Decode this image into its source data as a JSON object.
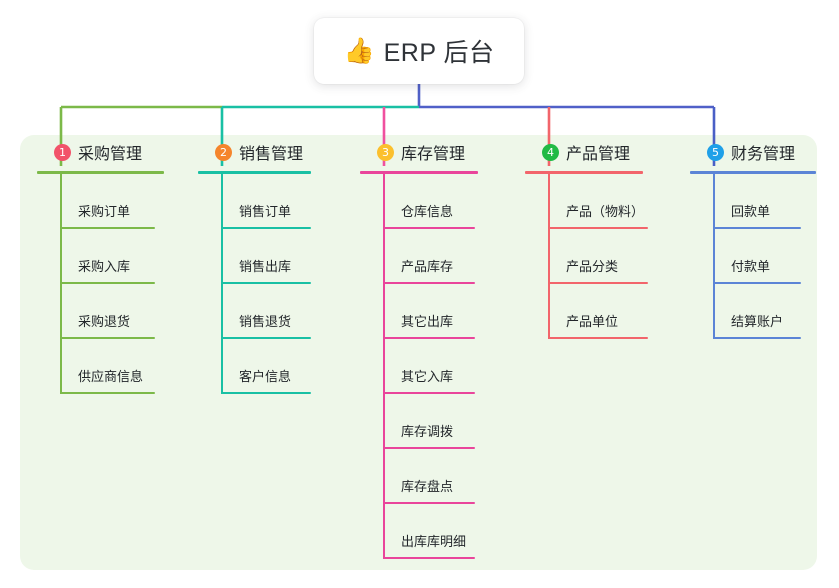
{
  "root": {
    "icon": "thumbs-up-icon",
    "icon_glyph": "👍",
    "title": "ERP 后台"
  },
  "canvas": {
    "background": "#ffffff",
    "panel_background": "#eef7e9"
  },
  "trunk": {
    "left_color": "#7cb949",
    "mid_color": "#19c0a4",
    "right_color": "#5060c8"
  },
  "columns": [
    {
      "index": "1",
      "title": "采购管理",
      "badge_color": "#f2536a",
      "line_color": "#7cb949",
      "connector_color": "#7cb949",
      "items": [
        "采购订单",
        "采购入库",
        "采购退货",
        "供应商信息"
      ]
    },
    {
      "index": "2",
      "title": "销售管理",
      "badge_color": "#f5852c",
      "line_color": "#19c0a4",
      "connector_color": "#19c0a4",
      "items": [
        "销售订单",
        "销售出库",
        "销售退货",
        "客户信息"
      ]
    },
    {
      "index": "3",
      "title": "库存管理",
      "badge_color": "#fbc02d",
      "line_color": "#e9459b",
      "connector_color": "#f0509e",
      "items": [
        "仓库信息",
        "产品库存",
        "其它出库",
        "其它入库",
        "库存调拨",
        "库存盘点",
        "出库库明细"
      ]
    },
    {
      "index": "4",
      "title": "产品管理",
      "badge_color": "#21ba45",
      "line_color": "#f2656b",
      "connector_color": "#f2656b",
      "items": [
        "产品（物料）",
        "产品分类",
        "产品单位"
      ]
    },
    {
      "index": "5",
      "title": "财务管理",
      "badge_color": "#1fa0e8",
      "line_color": "#5b84d6",
      "connector_color": "#4a5fc6",
      "items": [
        "回款单",
        "付款单",
        "结算账户"
      ]
    }
  ]
}
